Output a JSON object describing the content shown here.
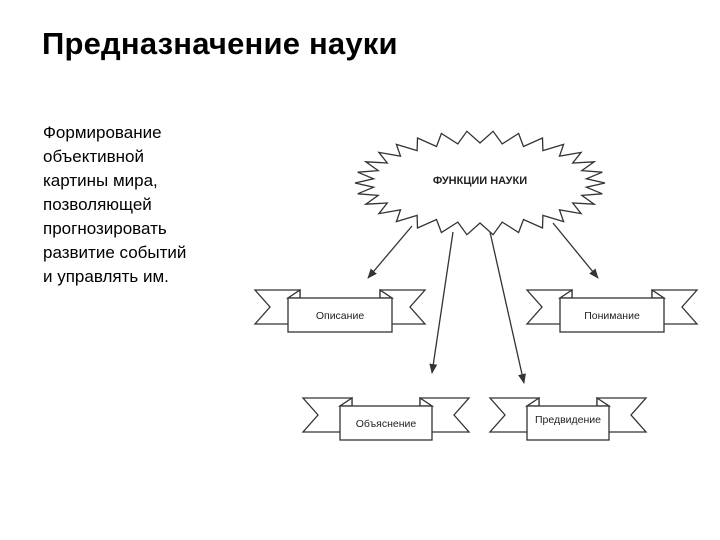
{
  "slide": {
    "title": "Предназначение науки",
    "body_lines": [
      "Формирование",
      "объективной",
      "картины мира,",
      "позволяющей",
      "прогнозировать",
      "развитие событий",
      "и управлять им."
    ]
  },
  "diagram": {
    "center_label": "ФУНКЦИИ НАУКИ",
    "functions": [
      "Описание",
      "Понимание",
      "Объяснение",
      "Предвидение"
    ],
    "colors": {
      "stroke": "#333333",
      "ribbon_fill": "#ffffff",
      "text": "#222222"
    }
  }
}
